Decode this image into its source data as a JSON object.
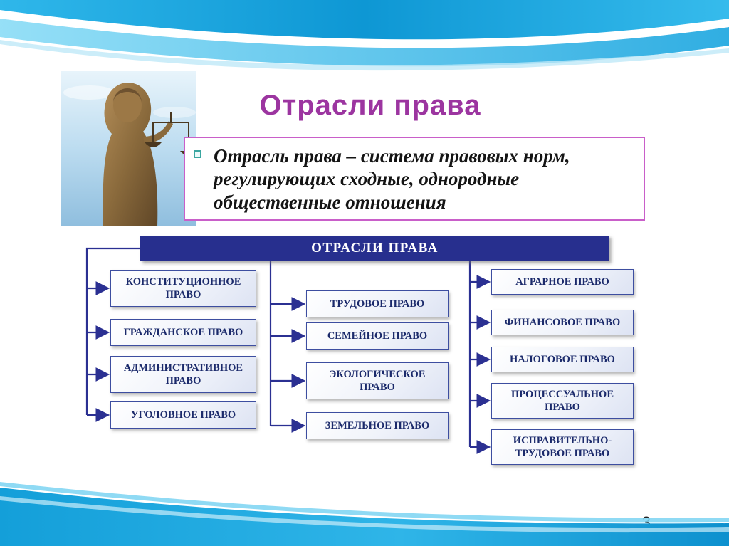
{
  "slide": {
    "title": "Отрасли права",
    "page_number": "3"
  },
  "definition": {
    "text": "Отрасль права – система правовых норм, регулирующих сходные, однородные общественные отношения"
  },
  "diagram": {
    "header": "ОТРАСЛИ ПРАВА",
    "left_column": [
      "КОНСТИТУЦИОННОЕ ПРАВО",
      "ГРАЖДАНСКОЕ ПРАВО",
      "АДМИНИСТРАТИВНОЕ ПРАВО",
      "УГОЛОВНОЕ ПРАВО"
    ],
    "middle_column": [
      "ТРУДОВОЕ ПРАВО",
      "СЕМЕЙНОЕ ПРАВО",
      "ЭКОЛОГИЧЕСКОЕ ПРАВО",
      "ЗЕМЕЛЬНОЕ ПРАВО"
    ],
    "right_column": [
      "АГРАРНОЕ ПРАВО",
      "ФИНАНСОВОЕ ПРАВО",
      "НАЛОГОВОЕ ПРАВО",
      "ПРОЦЕССУАЛЬНОЕ ПРАВО",
      "ИСПРАВИТЕЛЬНО-ТРУДОВОЕ ПРАВО"
    ]
  },
  "colors": {
    "title": "#9C35A0",
    "definition_border": "#C95FC9",
    "header_background": "#272F8E",
    "node_border": "#3D4EA0",
    "node_text": "#1B2A6B",
    "connector": "#2B3092",
    "wave_teal": "#29ABE2"
  },
  "icons": {
    "definition_bullet": "square-outline-icon",
    "statue": "justice-statue-image"
  }
}
